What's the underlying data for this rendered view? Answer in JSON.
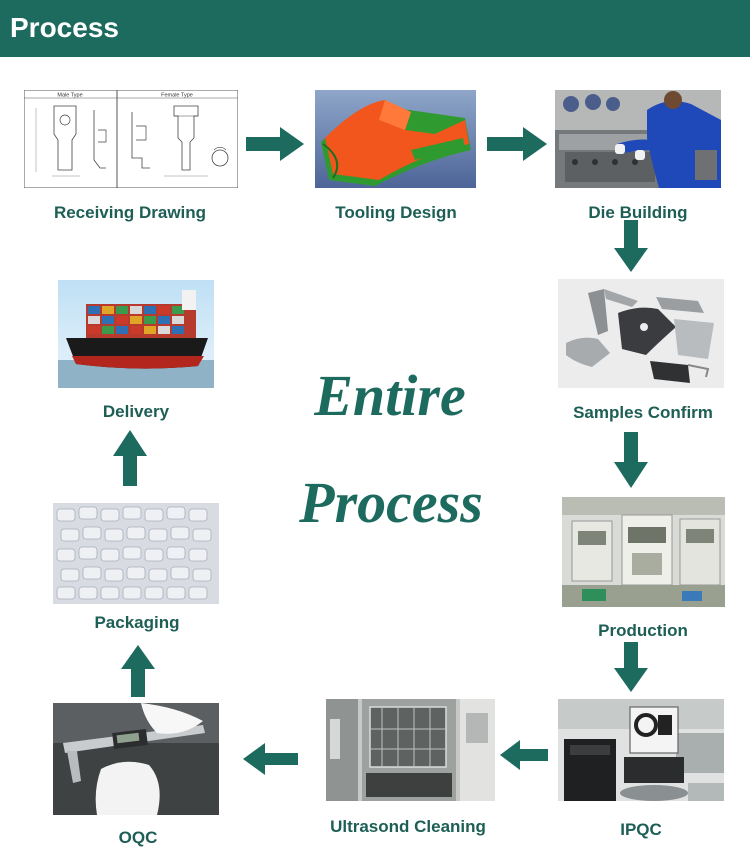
{
  "header": {
    "title": "Process"
  },
  "center": {
    "line1": "Entire",
    "line2": "Process"
  },
  "steps": [
    {
      "label": "Receiving Drawing",
      "image": "technical-drawing"
    },
    {
      "label": "Tooling Design",
      "image": "cad-model"
    },
    {
      "label": "Die Building",
      "image": "worker-building-die"
    },
    {
      "label": "Samples Confirm",
      "image": "metal-samples"
    },
    {
      "label": "Production",
      "image": "press-machines"
    },
    {
      "label": "IPQC",
      "image": "measuring-instrument"
    },
    {
      "label": "Ultrasond Cleaning",
      "image": "cleaning-tank"
    },
    {
      "label": "OQC",
      "image": "caliper-inspection"
    },
    {
      "label": "Packaging",
      "image": "packaged-parts"
    },
    {
      "label": "Delivery",
      "image": "cargo-ship"
    }
  ],
  "drawing": {
    "left_title": "Male Type",
    "right_title": "Female Type"
  },
  "colors": {
    "brand": "#1d6a5f",
    "label": "#1d5e55",
    "arrow": "#1d6a5f"
  }
}
